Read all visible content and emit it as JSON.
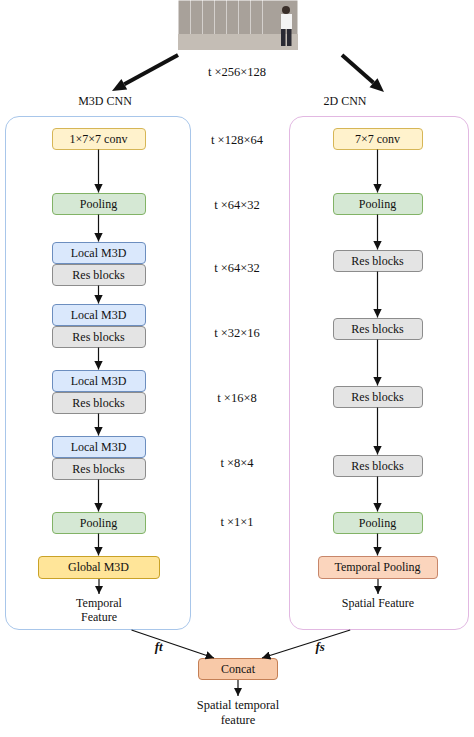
{
  "diagram": {
    "nodes": [
      {
        "text": [
          "M3D CNN",
          "Temporal Feature"
        ]
      },
      {
        "text": [
          "1×7×7 conv"
        ],
        "in": 0
      },
      {
        "text": [
          "Pooling"
        ],
        "in": 0
      },
      {
        "text": [
          "Local M3D"
        ],
        "in": 0
      },
      {
        "text": [
          "Res blocks"
        ],
        "in": 0
      },
      {
        "text": [
          "Local M3D"
        ],
        "in": 0
      },
      {
        "text": [
          "Res blocks"
        ],
        "in": 0
      },
      {
        "text": [
          "Local M3D"
        ],
        "in": 0
      },
      {
        "text": [
          "Res blocks"
        ],
        "in": 0
      },
      {
        "text": [
          "Local M3D"
        ],
        "in": 0
      },
      {
        "text": [
          "Res blocks"
        ],
        "in": 0
      },
      {
        "text": [
          "Pooling"
        ],
        "in": 0
      },
      {
        "text": [
          "Global M3D"
        ],
        "in": 0
      },
      {
        "text": [
          "2D CNN",
          "Spatial Feature"
        ]
      },
      {
        "text": [
          "7×7 conv"
        ],
        "in": 13
      },
      {
        "text": [
          "Pooling"
        ],
        "in": 13
      },
      {
        "text": [
          "Res blocks"
        ],
        "in": 13
      },
      {
        "text": [
          "Res blocks"
        ],
        "in": 13
      },
      {
        "text": [
          "Res blocks"
        ],
        "in": 13
      },
      {
        "text": [
          "Res blocks"
        ],
        "in": 13
      },
      {
        "text": [
          "Pooling"
        ],
        "in": 13
      },
      {
        "text": [
          "Temporal Pooling"
        ],
        "in": 13
      },
      {
        "text": [
          "Concat"
        ]
      }
    ],
    "edges": [
      {
        "from": 1,
        "to": 2,
        "arrow": "to"
      },
      {
        "from": 2,
        "to": 3,
        "arrow": "to"
      },
      {
        "from": 4,
        "to": 5,
        "arrow": "to"
      },
      {
        "from": 6,
        "to": 7,
        "arrow": "to"
      },
      {
        "from": 8,
        "to": 9,
        "arrow": "to"
      },
      {
        "from": 10,
        "to": 11,
        "arrow": "to"
      },
      {
        "from": 11,
        "to": 12,
        "arrow": "to"
      },
      {
        "from": 14,
        "to": 15,
        "arrow": "to"
      },
      {
        "from": 15,
        "to": 16,
        "arrow": "to"
      },
      {
        "from": 16,
        "to": 17,
        "arrow": "to"
      },
      {
        "from": 17,
        "to": 18,
        "arrow": "to"
      },
      {
        "from": 18,
        "to": 19,
        "arrow": "to"
      },
      {
        "from": 19,
        "to": 20,
        "arrow": "to"
      },
      {
        "from": 20,
        "to": 21,
        "arrow": "to"
      },
      {
        "from": 0,
        "to": 22,
        "label": "ft",
        "arrow": "to"
      },
      {
        "from": 13,
        "to": 22,
        "label": "fs",
        "arrow": "to"
      }
    ],
    "labels": [
      "t ×256×128",
      "t ×128×64",
      "t ×64×32",
      "t ×64×32",
      "t ×32×16",
      "t ×16×8",
      "t ×8×4",
      "t ×1×1",
      "Spatial temporal feature"
    ]
  }
}
